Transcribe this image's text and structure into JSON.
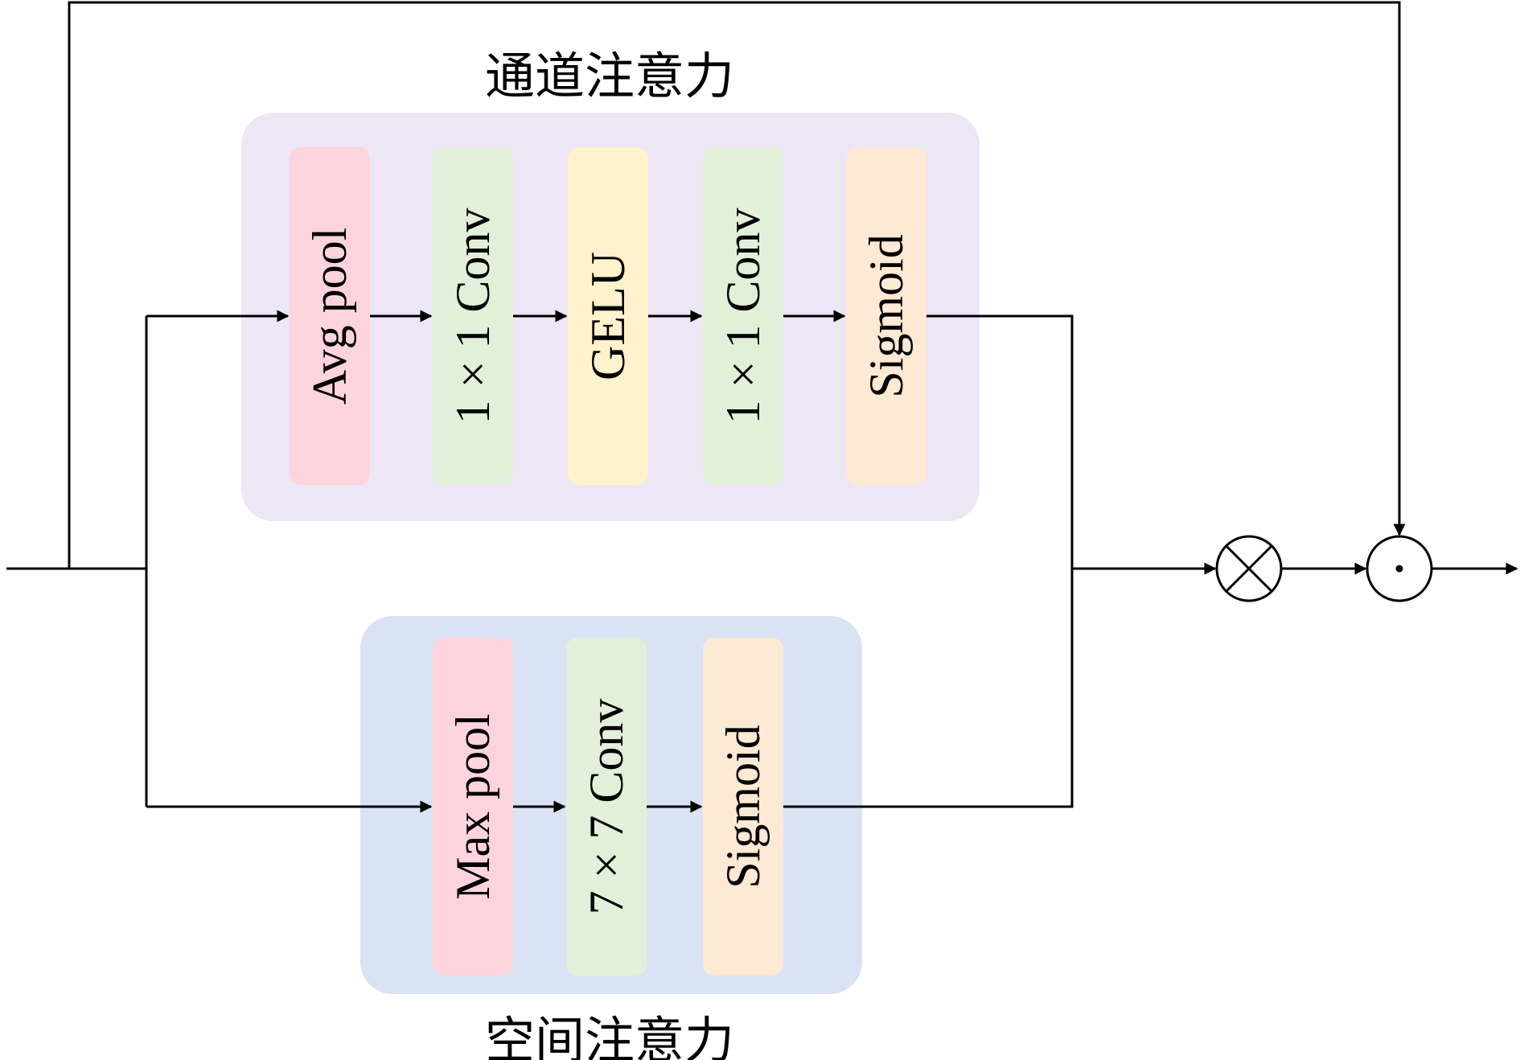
{
  "colors": {
    "channel_panel": "#ece6f5",
    "spatial_panel": "#dae3f3",
    "pink": "#fdd4dc",
    "green": "#e2f0d9",
    "yellow": "#fff2cc",
    "orange": "#fde9d4",
    "line": "#000000"
  },
  "channel": {
    "title": "通道注意力",
    "blocks": [
      {
        "label": "Avg pool",
        "color": "pink"
      },
      {
        "label": "1 × 1 Conv",
        "color": "green"
      },
      {
        "label": "GELU",
        "color": "yellow"
      },
      {
        "label": "1 × 1 Conv",
        "color": "green"
      },
      {
        "label": "Sigmoid",
        "color": "orange"
      }
    ]
  },
  "spatial": {
    "title": "空间注意力",
    "blocks": [
      {
        "label": "Max pool",
        "color": "pink"
      },
      {
        "label": "7 × 7 Conv",
        "color": "green"
      },
      {
        "label": "Sigmoid",
        "color": "orange"
      }
    ]
  },
  "operators": {
    "multiply": "⊗",
    "dot": "⊙"
  }
}
